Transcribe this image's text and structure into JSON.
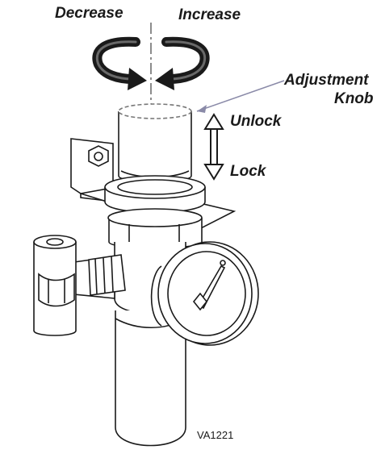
{
  "labels": {
    "decrease": "Decrease",
    "increase": "Increase",
    "adjustment_line1": "Adjustment",
    "adjustment_line2": "Knob",
    "unlock": "Unlock",
    "lock": "Lock",
    "figure_code": "VA1221"
  },
  "colors": {
    "outline": "#1a1a1a",
    "leader_line": "#8a8aa8",
    "background": "#ffffff"
  }
}
